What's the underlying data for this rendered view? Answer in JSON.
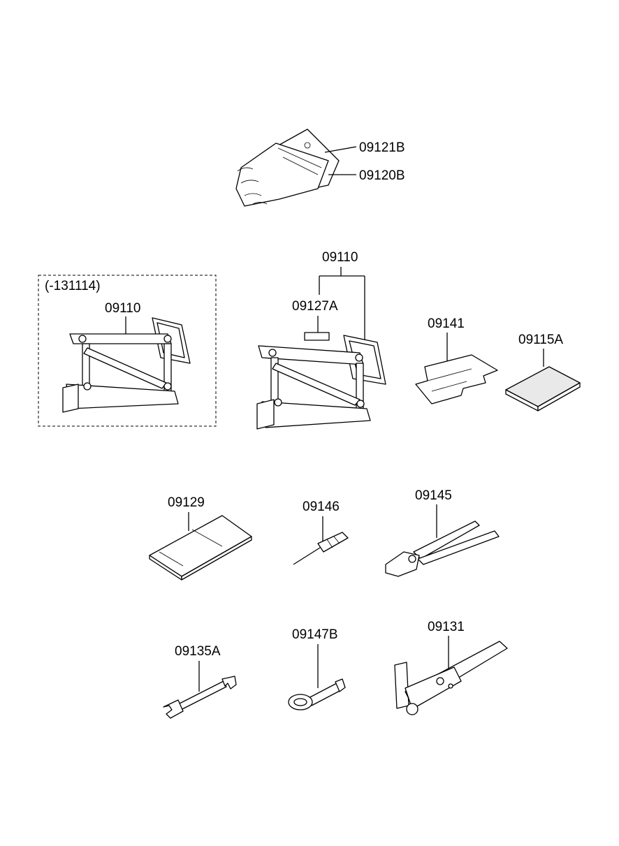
{
  "parts": {
    "gloves_a": "09121B",
    "gloves_b": "09120B",
    "jack_assy": "09110",
    "jack_assy_old": "09110",
    "old_range": "(-131114)",
    "label_plate": "09127A",
    "jack_handle": "09141",
    "pad": "09115A",
    "manual": "09129",
    "screwdriver": "09146",
    "pliers": "09145",
    "spanner": "09135A",
    "tow_hook": "09147B",
    "wheel_wrench": "09131"
  }
}
